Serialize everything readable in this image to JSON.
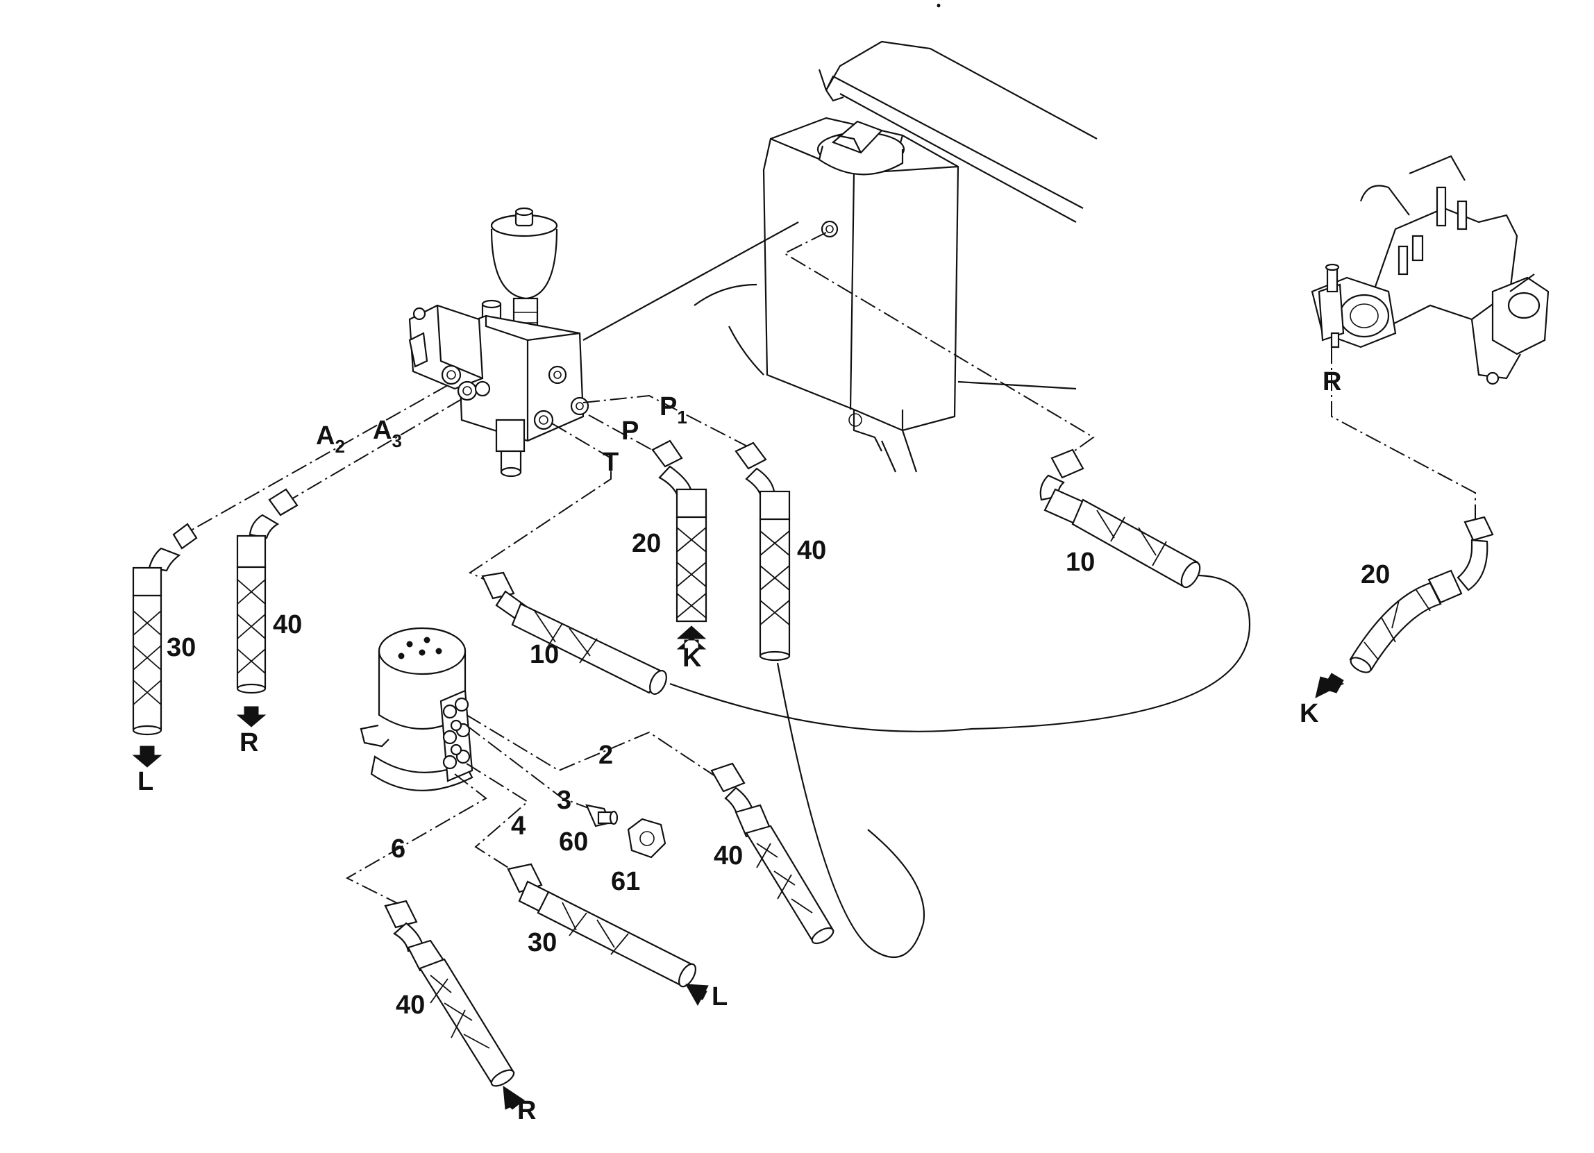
{
  "diagram": {
    "ports": {
      "a2": {
        "main": "A",
        "sub": "2"
      },
      "a3": {
        "main": "A",
        "sub": "3"
      },
      "p1": {
        "main": "P",
        "sub": "1"
      },
      "p": "P",
      "t": "T"
    },
    "connections": {
      "c2": "2",
      "c3": "3",
      "c4": "4",
      "c6": "6"
    },
    "items": {
      "hose30_left": "30",
      "hose40_left": "40",
      "hose10_mid": "10",
      "hose20_mid": "20",
      "hose40_mid": "40",
      "hose10_right": "10",
      "hose20_right": "20",
      "hose40_lower_left": "40",
      "hose30_lower": "30",
      "hose40_lower_right": "40",
      "fitting60": "60",
      "nut61": "61"
    },
    "directions": {
      "l_left": "L",
      "r_left": "R",
      "k_mid": "K",
      "r_pump": "R",
      "k_right": "K",
      "l_lower": "L",
      "r_lower": "R"
    }
  }
}
